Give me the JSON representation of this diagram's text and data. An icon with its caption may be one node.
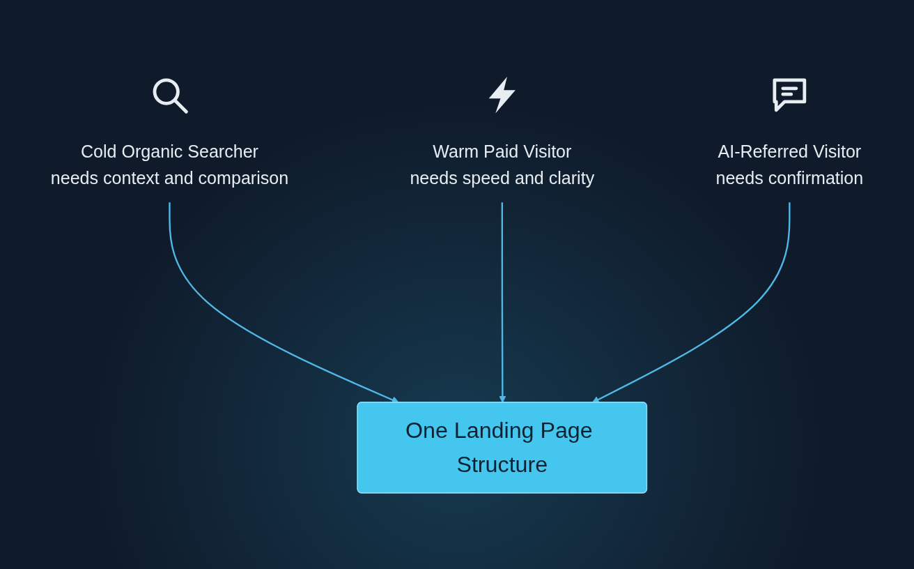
{
  "diagram": {
    "nodes": [
      {
        "text": [
          "Cold Organic Searcher",
          "needs context and comparison"
        ]
      },
      {
        "text": [
          "Warm Paid Visitor",
          "needs speed and clarity"
        ]
      },
      {
        "text": [
          "AI-Referred Visitor",
          "needs confirmation"
        ]
      },
      {
        "text": [
          "One Landing Page Structure"
        ]
      }
    ],
    "edges": [
      {
        "from": 0,
        "to": 3,
        "arrow": "to"
      },
      {
        "from": 1,
        "to": 3,
        "arrow": "to"
      },
      {
        "from": 2,
        "to": 3,
        "arrow": "to"
      }
    ]
  }
}
